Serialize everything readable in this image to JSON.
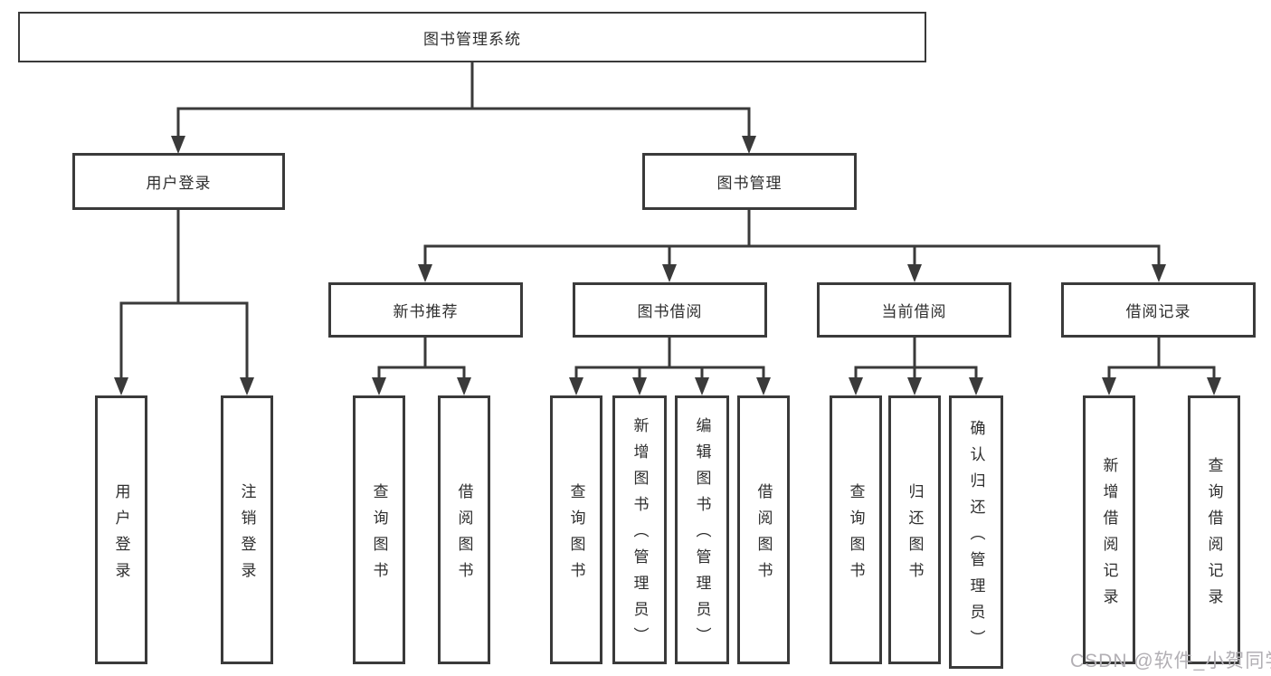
{
  "colors": {
    "background": "#ffffff",
    "line": "#3a3a3a",
    "box_border": "#3a3a3a",
    "text": "#2e2e2e",
    "watermark": "#b2afb4"
  },
  "watermark": {
    "text": "CSDN @软件_小贺同学"
  },
  "tree": {
    "root": {
      "label": "图书管理系统"
    },
    "children": [
      {
        "label": "用户登录",
        "children": [
          {
            "label": "用户登录"
          },
          {
            "label": "注销登录"
          }
        ]
      },
      {
        "label": "图书管理",
        "children": [
          {
            "label": "新书推荐",
            "children": [
              {
                "label": "查询图书"
              },
              {
                "label": "借阅图书"
              }
            ]
          },
          {
            "label": "图书借阅",
            "children": [
              {
                "label": "查询图书"
              },
              {
                "label": "新增图书（管理员）"
              },
              {
                "label": "编辑图书（管理员）"
              },
              {
                "label": "借阅图书"
              }
            ]
          },
          {
            "label": "当前借阅",
            "children": [
              {
                "label": "查询图书"
              },
              {
                "label": "归还图书"
              },
              {
                "label": "确认归还（管理员）"
              }
            ]
          },
          {
            "label": "借阅记录",
            "children": [
              {
                "label": "新增借阅记录"
              },
              {
                "label": "查询借阅记录"
              }
            ]
          }
        ]
      }
    ]
  }
}
